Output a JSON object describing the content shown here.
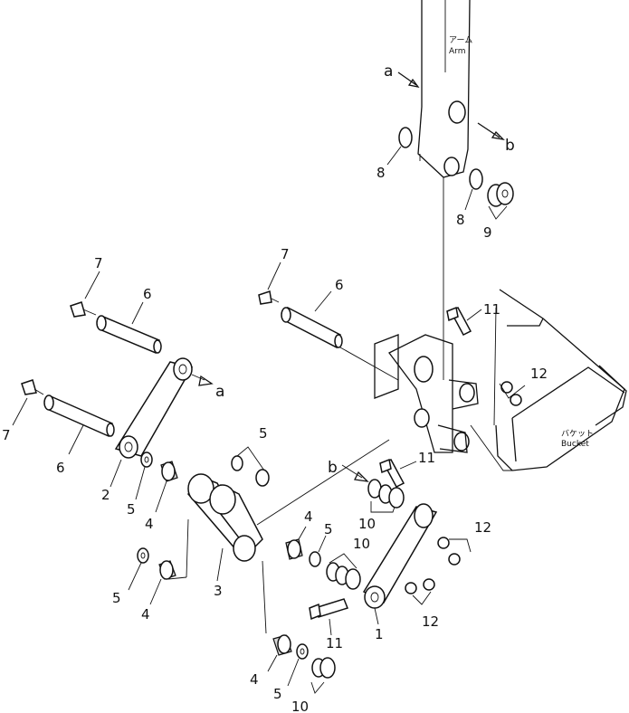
{
  "labels": {
    "arm_jp": "アーム",
    "arm_en": "Arm",
    "bucket_jp": "バケット",
    "bucket_en": "Bucket",
    "a": "a",
    "b": "b"
  },
  "callouts": {
    "n1": "1",
    "n2": "2",
    "n3": "3",
    "n4": "4",
    "n5": "5",
    "n6": "6",
    "n7": "7",
    "n8": "8",
    "n9": "9",
    "n10": "10",
    "n11": "11",
    "n12": "12"
  }
}
